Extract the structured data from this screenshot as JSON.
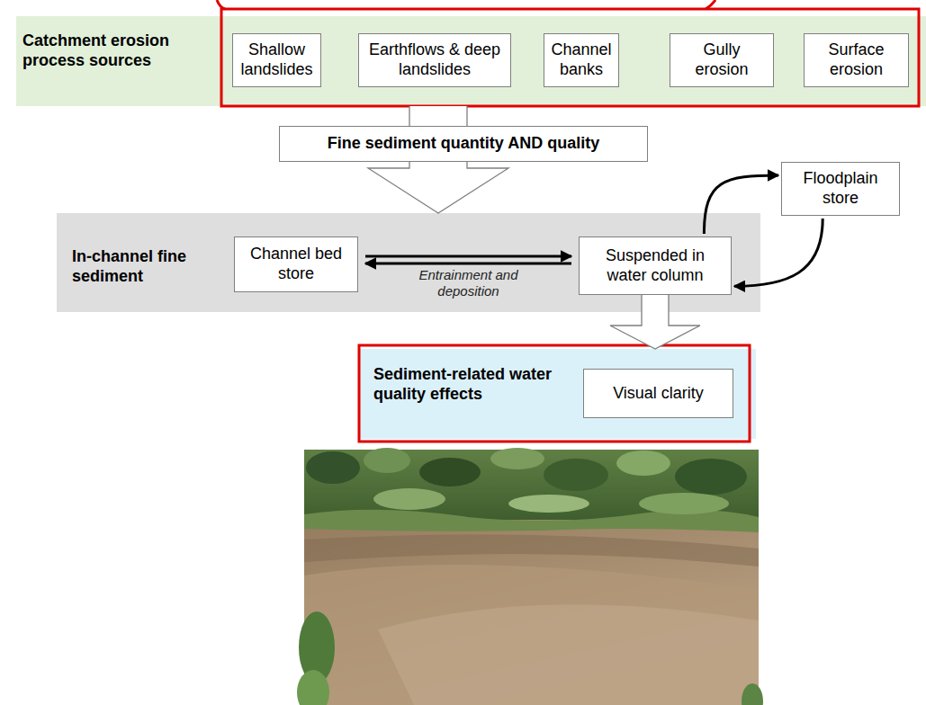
{
  "diagram": {
    "nodes": [
      {
        "text": [
          "Catchment erosion process sources"
        ]
      },
      {
        "text": [
          "Shallow landslides"
        ],
        "in": 0
      },
      {
        "text": [
          "Earthflows & deep landslides"
        ],
        "in": 0
      },
      {
        "text": [
          "Channel banks"
        ],
        "in": 0
      },
      {
        "text": [
          "Gully erosion"
        ],
        "in": 0
      },
      {
        "text": [
          "Surface erosion"
        ],
        "in": 0
      },
      {
        "text": [
          "Fine sediment quantity AND quality"
        ]
      },
      {
        "text": [
          "In-channel fine sediment"
        ]
      },
      {
        "text": [
          "Channel bed store"
        ],
        "in": 7
      },
      {
        "text": [
          "Suspended in water column"
        ],
        "in": 7
      },
      {
        "text": [
          "Floodplain store"
        ]
      },
      {
        "text": [
          "Sediment-related water quality effects"
        ]
      },
      {
        "text": [
          "Visual clarity"
        ],
        "in": 11
      }
    ],
    "edges": [
      {
        "from": 0,
        "to": 6,
        "arrow": "none"
      },
      {
        "from": 6,
        "to": 7,
        "arrow": "to"
      },
      {
        "from": 8,
        "to": 9,
        "label": "Entrainment and deposition",
        "arrow": "to"
      },
      {
        "from": 9,
        "to": 8,
        "arrow": "to"
      },
      {
        "from": 9,
        "to": 10,
        "arrow": "to"
      },
      {
        "from": 10,
        "to": 9,
        "arrow": "to"
      },
      {
        "from": 9,
        "to": 11,
        "arrow": "to"
      }
    ]
  }
}
